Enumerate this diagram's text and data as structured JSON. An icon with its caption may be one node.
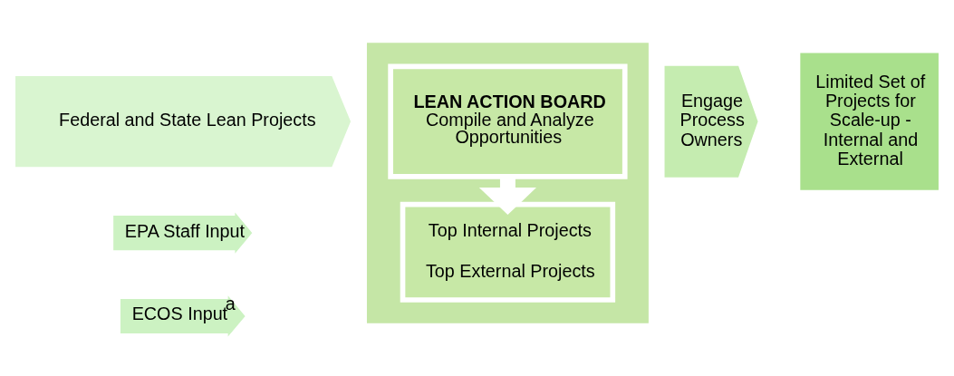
{
  "diagram": {
    "nodes": [
      {
        "text": [
          "Federal and State Lean Projects"
        ]
      },
      {
        "text": [
          "EPA Staff Input"
        ]
      },
      {
        "text": [
          "ECOS Input$^{a}$"
        ]
      },
      {
        "text": [],
        "shape": "box"
      },
      {
        "text": [
          "LEAN ACTION BOARD",
          "Compile and Analyze Opportunities"
        ],
        "in": 3
      },
      {
        "text": [
          "Top Internal Projects",
          "Top External Projects"
        ],
        "in": 3
      },
      {
        "text": [
          "Engage Process Owners"
        ]
      },
      {
        "text": [
          "Limited Set of Projects for Scale-up - Internal and External"
        ]
      }
    ],
    "edges": [
      {
        "from": 4,
        "to": 5,
        "arrow": "to"
      }
    ]
  }
}
